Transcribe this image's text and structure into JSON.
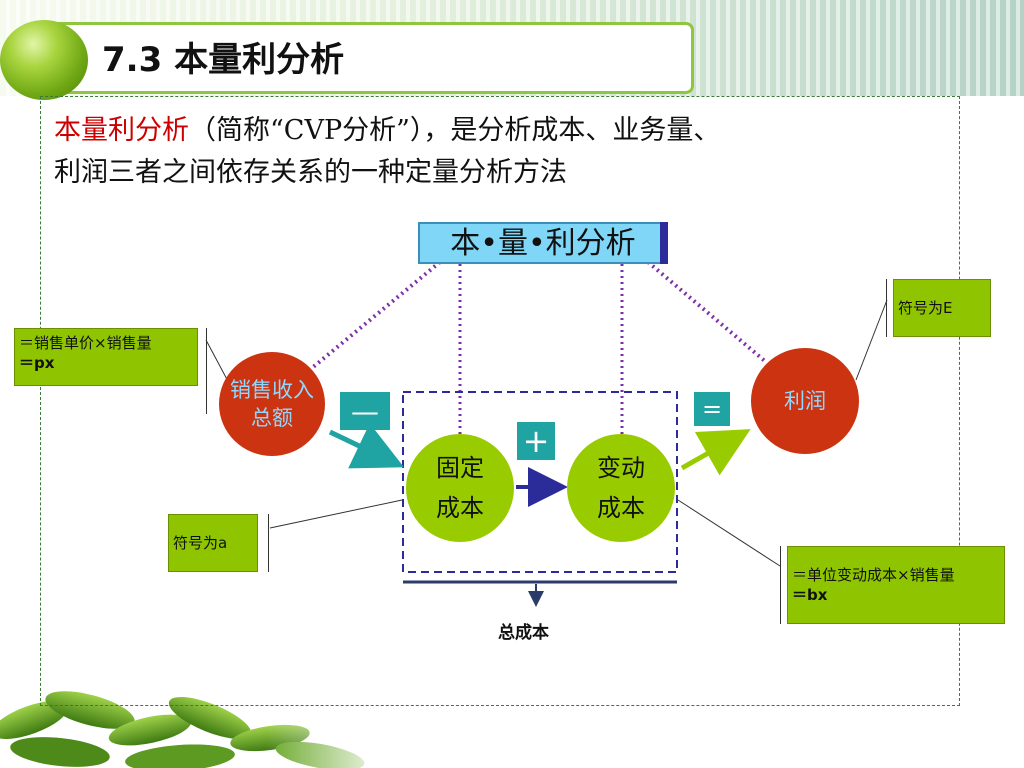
{
  "title": "7.3  本量利分析",
  "intro": {
    "highlight": "本量利分析",
    "line1_rest": "（简称“CVP分析”），是分析成本、业务量、",
    "line2": "利润三者之间依存关系的一种定量分析方法"
  },
  "diagram": {
    "center_label": "本•量•利分析",
    "sales_revenue": "销售收入总额",
    "profit": "利润",
    "fixed_cost": "固定成本",
    "variable_cost": "变动成本",
    "minus_sign": "—",
    "plus_sign": "+",
    "equals_sign": "=",
    "total_cost_label": "总成本",
    "note_sales": {
      "line1": "＝销售单价×销售量",
      "line2": "＝px"
    },
    "note_fixed": "符号为a",
    "note_profit": "符号为E",
    "note_variable": {
      "line1": "＝单位变动成本×销售量",
      "line2": "＝bx"
    }
  },
  "colors": {
    "accent_green": "#99cc00",
    "accent_red": "#cc3311",
    "center_blue": "#7fd6f7",
    "teal": "#20a3a3",
    "dotted_purple": "#7b2fa8",
    "title_red": "#cc0000"
  }
}
